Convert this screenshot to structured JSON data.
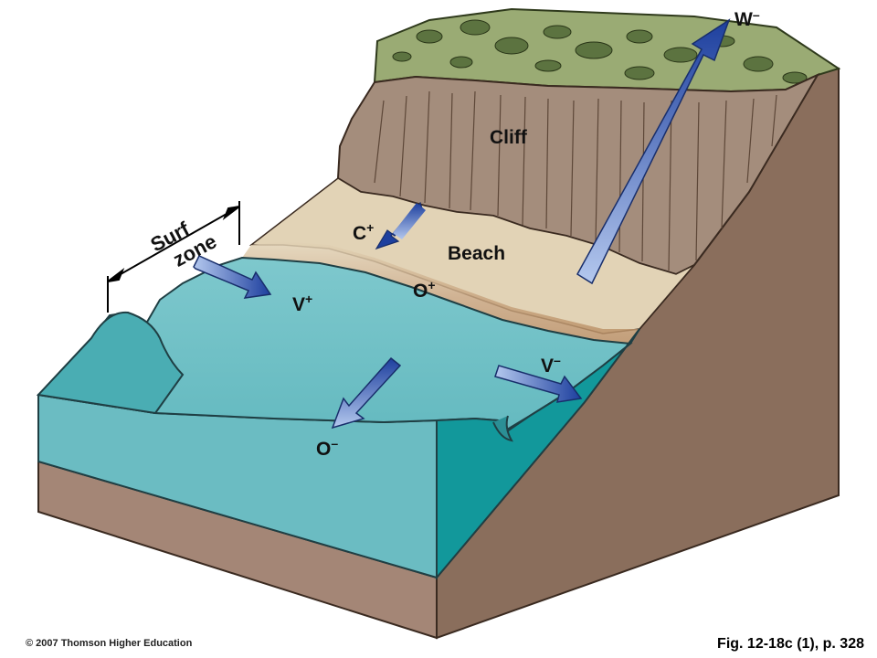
{
  "labels": {
    "cliff": "Cliff",
    "beach": "Beach",
    "surf_zone_line1": "Surf",
    "surf_zone_line2": "zone",
    "w_minus": {
      "base": "W",
      "sign": "–"
    },
    "c_plus": {
      "base": "C",
      "sign": "+"
    },
    "o_plus": {
      "base": "O",
      "sign": "+"
    },
    "v_plus": {
      "base": "V",
      "sign": "+"
    },
    "v_minus": {
      "base": "V",
      "sign": "–"
    },
    "o_minus": {
      "base": "O",
      "sign": "–"
    }
  },
  "footer": {
    "copyright": "© 2007 Thomson Higher Education",
    "figure_ref": "Fig. 12-18c (1), p. 328"
  },
  "colors": {
    "arrow_dark": "#1d3f9e",
    "arrow_light": "#b4c8ee",
    "water": "#6cbfc5",
    "water_deep": "#3aa3aa",
    "sand": "#e2d3b6",
    "cliff": "#a48d7c",
    "rock": "#8a6e5c",
    "vegetation": "#8fa06b"
  }
}
